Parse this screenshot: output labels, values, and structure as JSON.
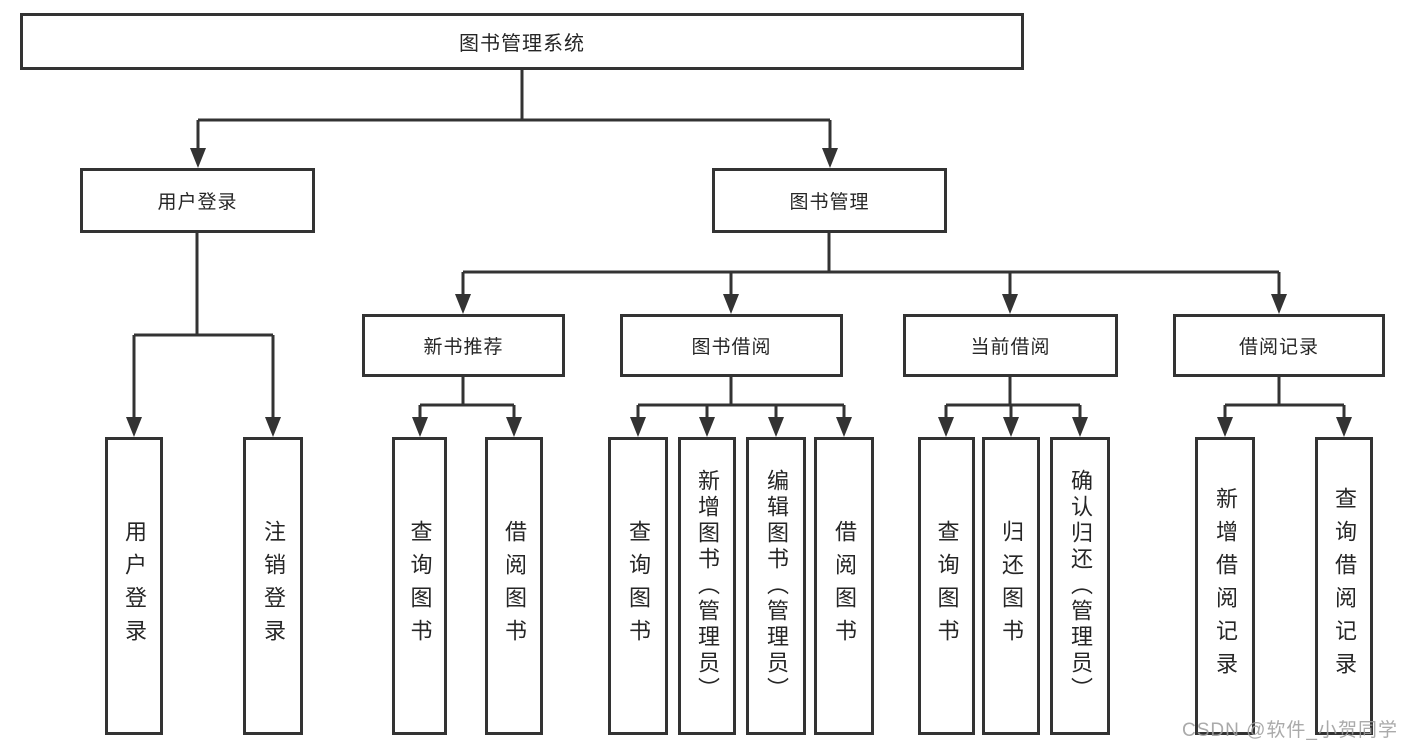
{
  "tree": {
    "root": {
      "label": "图书管理系统",
      "children": [
        {
          "label": "用户登录",
          "children": [
            {
              "label": "用户登录"
            },
            {
              "label": "注销登录"
            }
          ]
        },
        {
          "label": "图书管理",
          "children": [
            {
              "label": "新书推荐",
              "children": [
                {
                  "label": "查询图书"
                },
                {
                  "label": "借阅图书"
                }
              ]
            },
            {
              "label": "图书借阅",
              "children": [
                {
                  "label": "查询图书"
                },
                {
                  "label": "新增图书（管理员）"
                },
                {
                  "label": "编辑图书（管理员）"
                },
                {
                  "label": "借阅图书"
                }
              ]
            },
            {
              "label": "当前借阅",
              "children": [
                {
                  "label": "查询图书"
                },
                {
                  "label": "归还图书"
                },
                {
                  "label": "确认归还（管理员）"
                }
              ]
            },
            {
              "label": "借阅记录",
              "children": [
                {
                  "label": "新增借阅记录"
                },
                {
                  "label": "查询借阅记录"
                }
              ]
            }
          ]
        }
      ]
    }
  },
  "watermark": {
    "text": "CSDN @软件_小贺同学"
  },
  "colors": {
    "line": "#333333",
    "box_border": "#333333",
    "text": "#262626",
    "watermark": "#9e9e9e",
    "background": "#ffffff"
  }
}
